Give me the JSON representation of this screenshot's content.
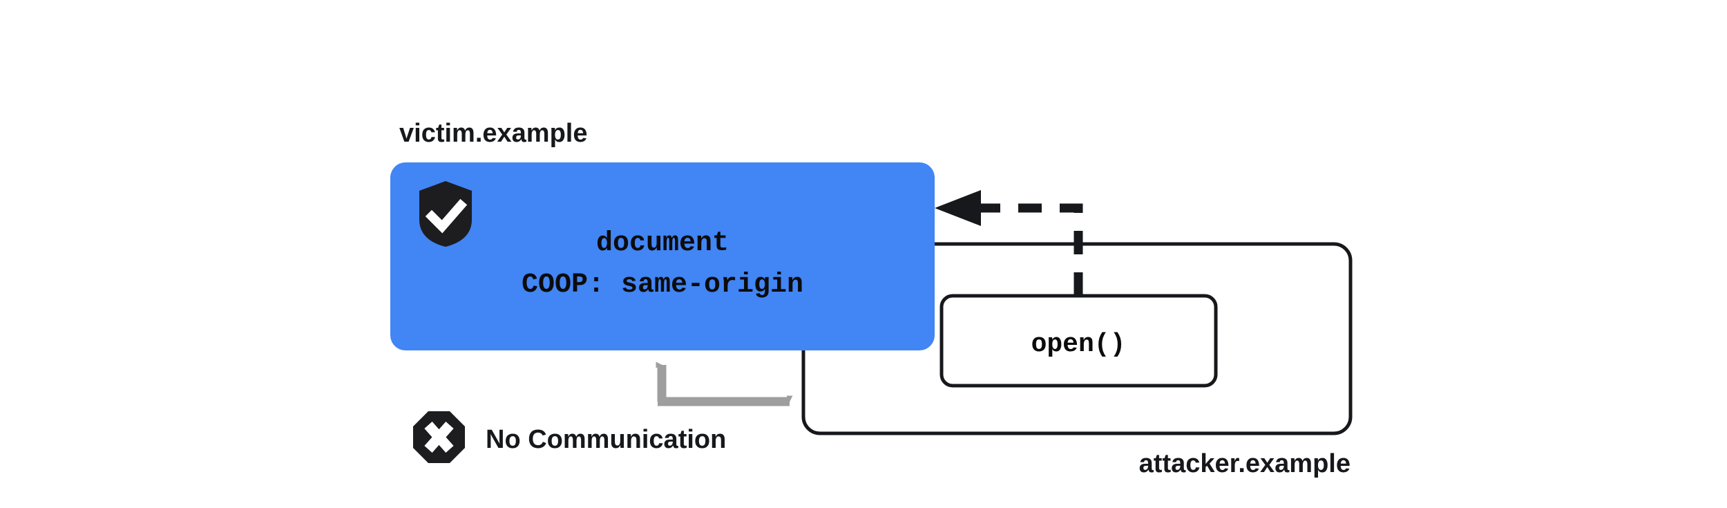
{
  "diagram": {
    "title_victim": "victim.example",
    "title_attacker": "attacker.example",
    "colors": {
      "victim_fill": "#4285f4",
      "stroke": "#17181b",
      "no_comm_arrow": "#9e9e9e",
      "icon_dark": "#1d1d20",
      "icon_check": "#ffffff",
      "page_background": "#ffffff"
    },
    "victim_frame": {
      "label": "victim.example",
      "shield_icon": "shield-check-icon",
      "document_line": "document",
      "coop_line": "COOP: same-origin"
    },
    "attacker_frame": {
      "label": "attacker.example",
      "open_box_label": "open()"
    },
    "no_communication": {
      "icon": "octagon-x-icon",
      "label": "No Communication"
    },
    "connections": [
      {
        "name": "open-to-victim",
        "style": "dashed",
        "direction": "attacker-to-victim",
        "arrowhead": "left"
      },
      {
        "name": "no-communication-link",
        "style": "solid",
        "direction": "bidirectional",
        "color": "#9e9e9e"
      }
    ]
  }
}
